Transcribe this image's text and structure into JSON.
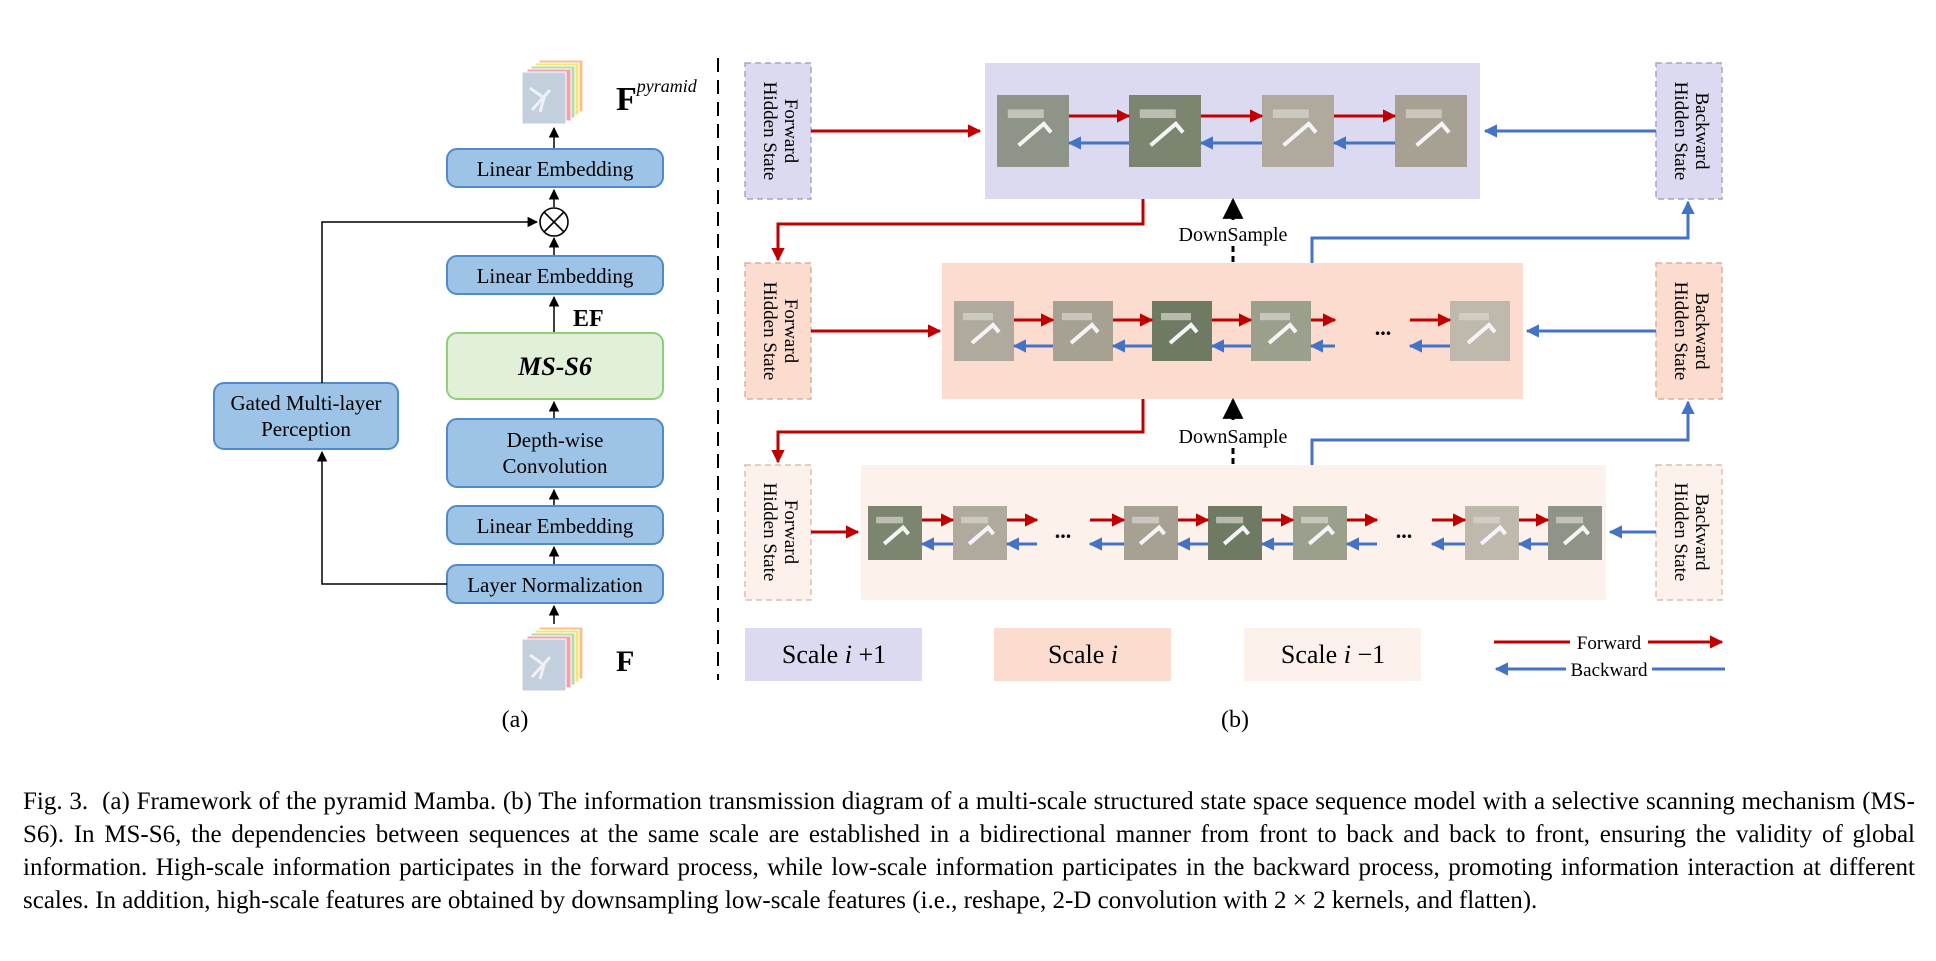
{
  "panel_a": {
    "label": "(a)",
    "blocks": {
      "linear_embedding_top": "Linear Embedding",
      "linear_embedding_mid": "Linear Embedding",
      "ms_s6": "MS-S6",
      "depthwise_conv_line1": "Depth-wise",
      "depthwise_conv_line2": "Convolution",
      "linear_embedding_bottom": "Linear Embedding",
      "layer_norm": "Layer Normalization",
      "gated_mlp_line1": "Gated Multi-layer",
      "gated_mlp_line2": "Perception"
    },
    "f_pyramid_base": "F",
    "f_pyramid_sup": "pyramid",
    "f_input": "F",
    "ef_label": "EF"
  },
  "panel_b": {
    "label": "(b)",
    "forward_hidden_state_line1": "Forward",
    "forward_hidden_state_line2": "Hidden State",
    "backward_hidden_state_line1": "Backward",
    "backward_hidden_state_line2": "Hidden State",
    "downsample": "DownSample",
    "ellipsis": "...",
    "legend": {
      "scale_top_prefix": "Scale ",
      "scale_top_var": "i",
      "scale_top_suffix": " +1",
      "scale_mid_prefix": "Scale ",
      "scale_mid_var": "i",
      "scale_bot_prefix": "Scale ",
      "scale_bot_var": "i",
      "scale_bot_suffix": " −1",
      "forward": "Forward",
      "backward": "Backward"
    },
    "colors": {
      "scale_top": "#dcdaf0",
      "scale_mid": "#fbdccf",
      "scale_bot": "#fdf1ec",
      "forward_arrow": "#c00000",
      "backward_arrow": "#4472c4",
      "block_blue": "#9dc3e6",
      "block_green": "#e2efd9"
    }
  },
  "caption": {
    "fig_label": "Fig. 3.",
    "text": "(a) Framework of the pyramid Mamba. (b) The information transmission diagram of a multi-scale structured state space sequence model with a selective scanning mechanism (MS-S6). In MS-S6, the dependencies between sequences at the same scale are established in a bidirectional manner from front to back and back to front, ensuring the validity of global information. High-scale information participates in the forward process, while low-scale information participates in the backward process, promoting information interaction at different scales. In addition, high-scale features are obtained by downsampling low-scale features (i.e., reshape, 2-D convolution with 2 × 2 kernels, and flatten)."
  }
}
